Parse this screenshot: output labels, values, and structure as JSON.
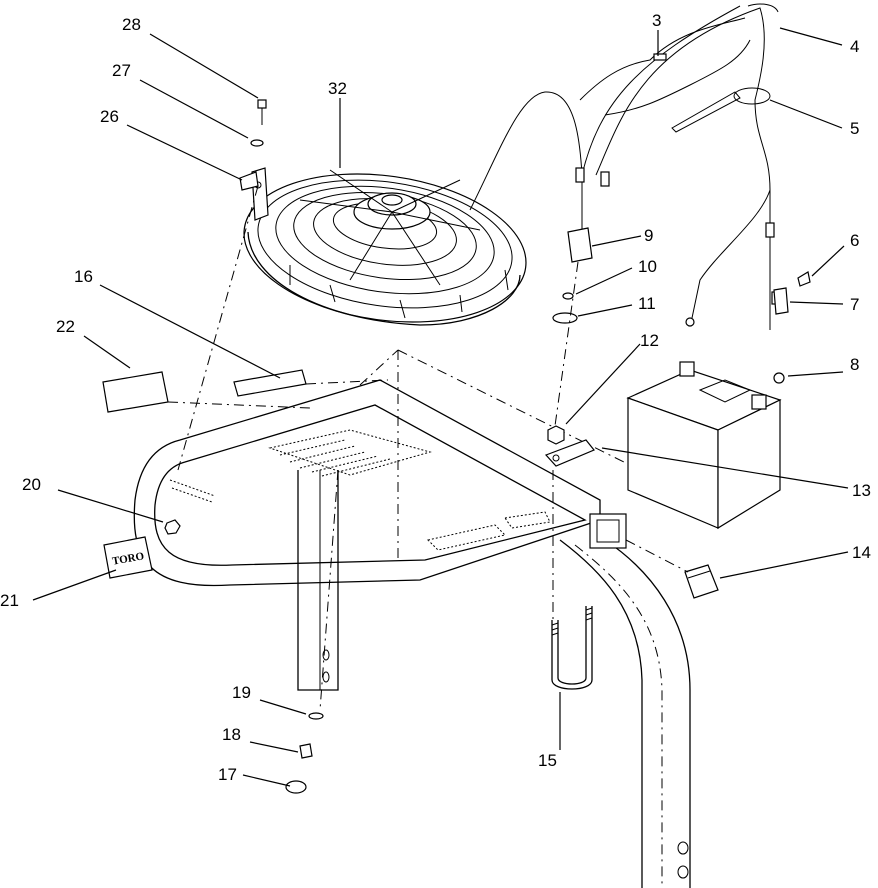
{
  "diagram": {
    "callouts": [
      {
        "id": "c3",
        "text": "3"
      },
      {
        "id": "c4",
        "text": "4"
      },
      {
        "id": "c5",
        "text": "5"
      },
      {
        "id": "c6",
        "text": "6"
      },
      {
        "id": "c7",
        "text": "7"
      },
      {
        "id": "c8",
        "text": "8"
      },
      {
        "id": "c9",
        "text": "9"
      },
      {
        "id": "c10",
        "text": "10"
      },
      {
        "id": "c11",
        "text": "11"
      },
      {
        "id": "c12",
        "text": "12"
      },
      {
        "id": "c13",
        "text": "13"
      },
      {
        "id": "c14",
        "text": "14"
      },
      {
        "id": "c15",
        "text": "15"
      },
      {
        "id": "c16",
        "text": "16"
      },
      {
        "id": "c17",
        "text": "17"
      },
      {
        "id": "c18",
        "text": "18"
      },
      {
        "id": "c19",
        "text": "19"
      },
      {
        "id": "c20",
        "text": "20"
      },
      {
        "id": "c21",
        "text": "21"
      },
      {
        "id": "c22",
        "text": "22"
      },
      {
        "id": "c26",
        "text": "26"
      },
      {
        "id": "c27",
        "text": "27"
      },
      {
        "id": "c28",
        "text": "28"
      },
      {
        "id": "c32",
        "text": "32"
      }
    ],
    "decal_text": "TORO"
  }
}
